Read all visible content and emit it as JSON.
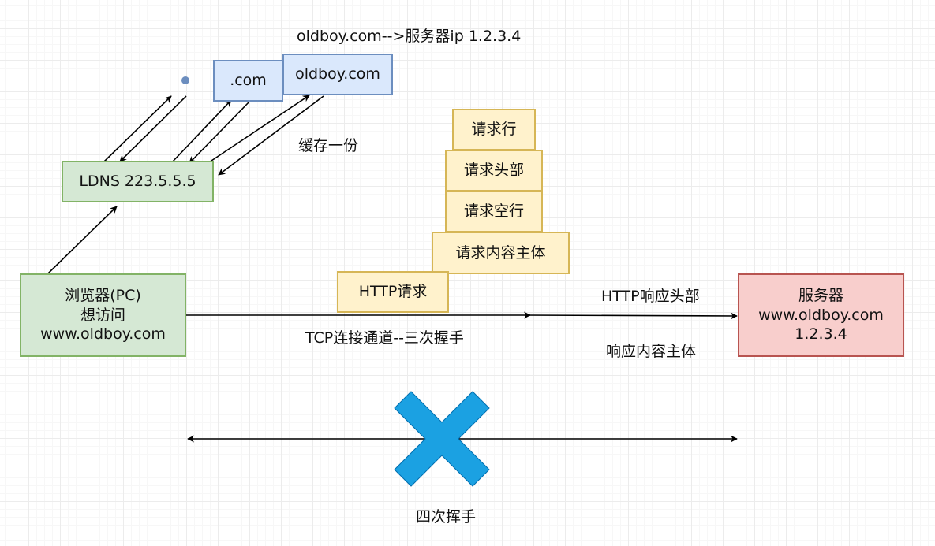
{
  "nodes": {
    "browser": {
      "line1": "浏览器(PC)",
      "line2": "想访问",
      "line3": "www.oldboy.com"
    },
    "ldns": {
      "label": "LDNS 223.5.5.5"
    },
    "root": {
      "label": "."
    },
    "com": {
      "label": ".com"
    },
    "oldboy": {
      "label": "oldboy.com"
    },
    "server": {
      "line1": "服务器",
      "line2": "www.oldboy.com",
      "line3": "1.2.3.4"
    },
    "http_request": {
      "label": "HTTP请求"
    },
    "request_line": {
      "label": "请求行"
    },
    "request_header": {
      "label": "请求头部"
    },
    "request_blank": {
      "label": "请求空行"
    },
    "request_body": {
      "label": "请求内容主体"
    }
  },
  "labels": {
    "dns_result": "oldboy.com-->服务器ip 1.2.3.4",
    "cache": "缓存一份",
    "tcp": "TCP连接通道--三次握手",
    "http_response_header": "HTTP响应头部",
    "response_body": "响应内容主体",
    "four_wave": "四次挥手"
  },
  "colors": {
    "green_fill": "#d5e8d4",
    "green_border": "#82b366",
    "blue_fill": "#dae8fc",
    "blue_border": "#6c8ebf",
    "yellow_fill": "#fff2cc",
    "yellow_border": "#d6b656",
    "red_fill": "#f8cecc",
    "red_border": "#b85450",
    "cross": "#1ba1e2",
    "root_dot": "#6c8ebf"
  },
  "icons": {
    "cross": "x-mark-icon"
  }
}
